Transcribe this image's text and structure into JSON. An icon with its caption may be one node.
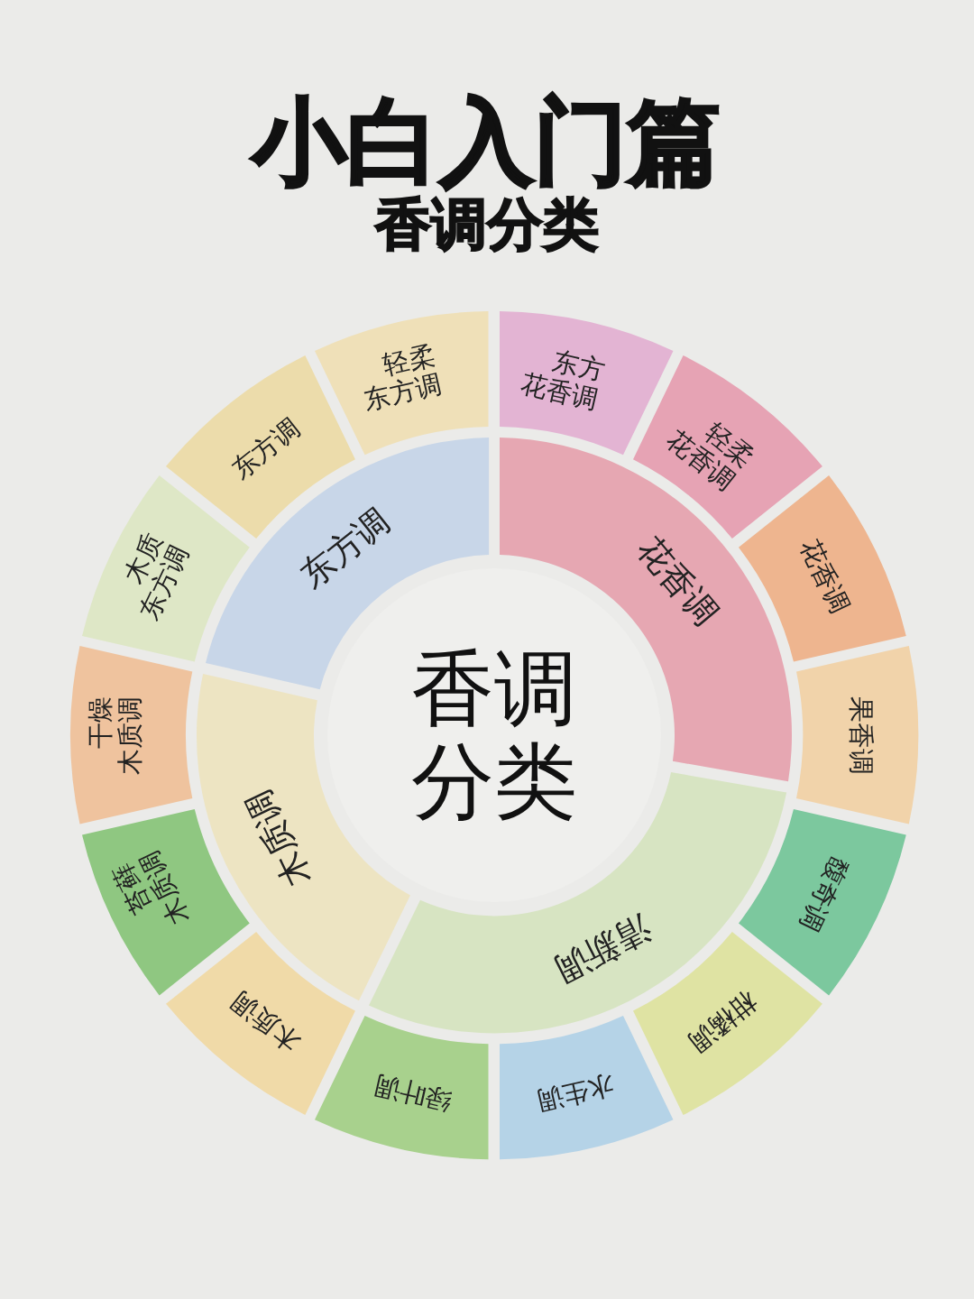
{
  "diagram": {
    "title": "小白入门篇",
    "nodes": [
      {
        "text": [
          "香调分类"
        ]
      },
      {
        "text": [
          "东方调"
        ]
      },
      {
        "text": [
          "花香调"
        ]
      },
      {
        "text": [
          "清新调"
        ]
      },
      {
        "text": [
          "木质调"
        ]
      },
      {
        "text": [
          "东方花香调"
        ]
      },
      {
        "text": [
          "轻柔花香调"
        ]
      },
      {
        "text": [
          "花香调"
        ]
      },
      {
        "text": [
          "果香调"
        ]
      },
      {
        "text": [
          "馥奇调"
        ]
      },
      {
        "text": [
          "柑橘调"
        ]
      },
      {
        "text": [
          "水生调"
        ]
      },
      {
        "text": [
          "绿叶调"
        ]
      },
      {
        "text": [
          "木质调"
        ]
      },
      {
        "text": [
          "苔藓木质调"
        ]
      },
      {
        "text": [
          "干燥木质调"
        ]
      },
      {
        "text": [
          "木质东方调"
        ]
      },
      {
        "text": [
          "东方调"
        ]
      },
      {
        "text": [
          "轻柔东方调"
        ]
      }
    ],
    "labels": [
      "香调分类"
    ]
  }
}
